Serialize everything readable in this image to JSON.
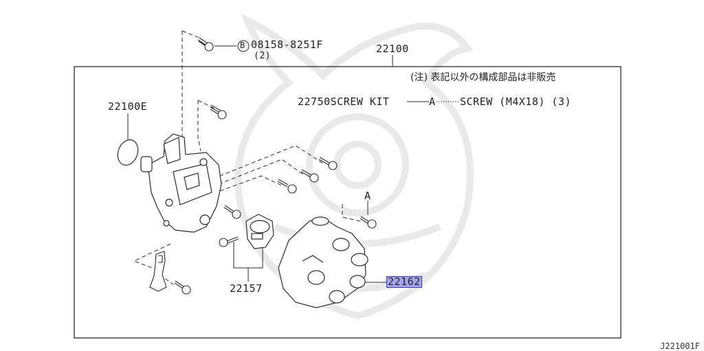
{
  "labels": {
    "bolt_part": "08158-8251F",
    "bolt_marker": "B",
    "bolt_qty": "(2)",
    "assembly": "22100",
    "note": "(注) 表記以外の構成部品は非販売",
    "oring": "22100E",
    "screw_kit": "22750SCREW KIT",
    "screw_kit_ref": "A",
    "screw_spec": "SCREW (M4X18) (3)",
    "ref_a": "A",
    "rotor_part": "22157",
    "cap_part": "22162",
    "drawing_id": "J221001F"
  },
  "colors": {
    "line": "#2a2a2a",
    "highlight": "#a6a6ee",
    "watermark": "#ececec"
  }
}
